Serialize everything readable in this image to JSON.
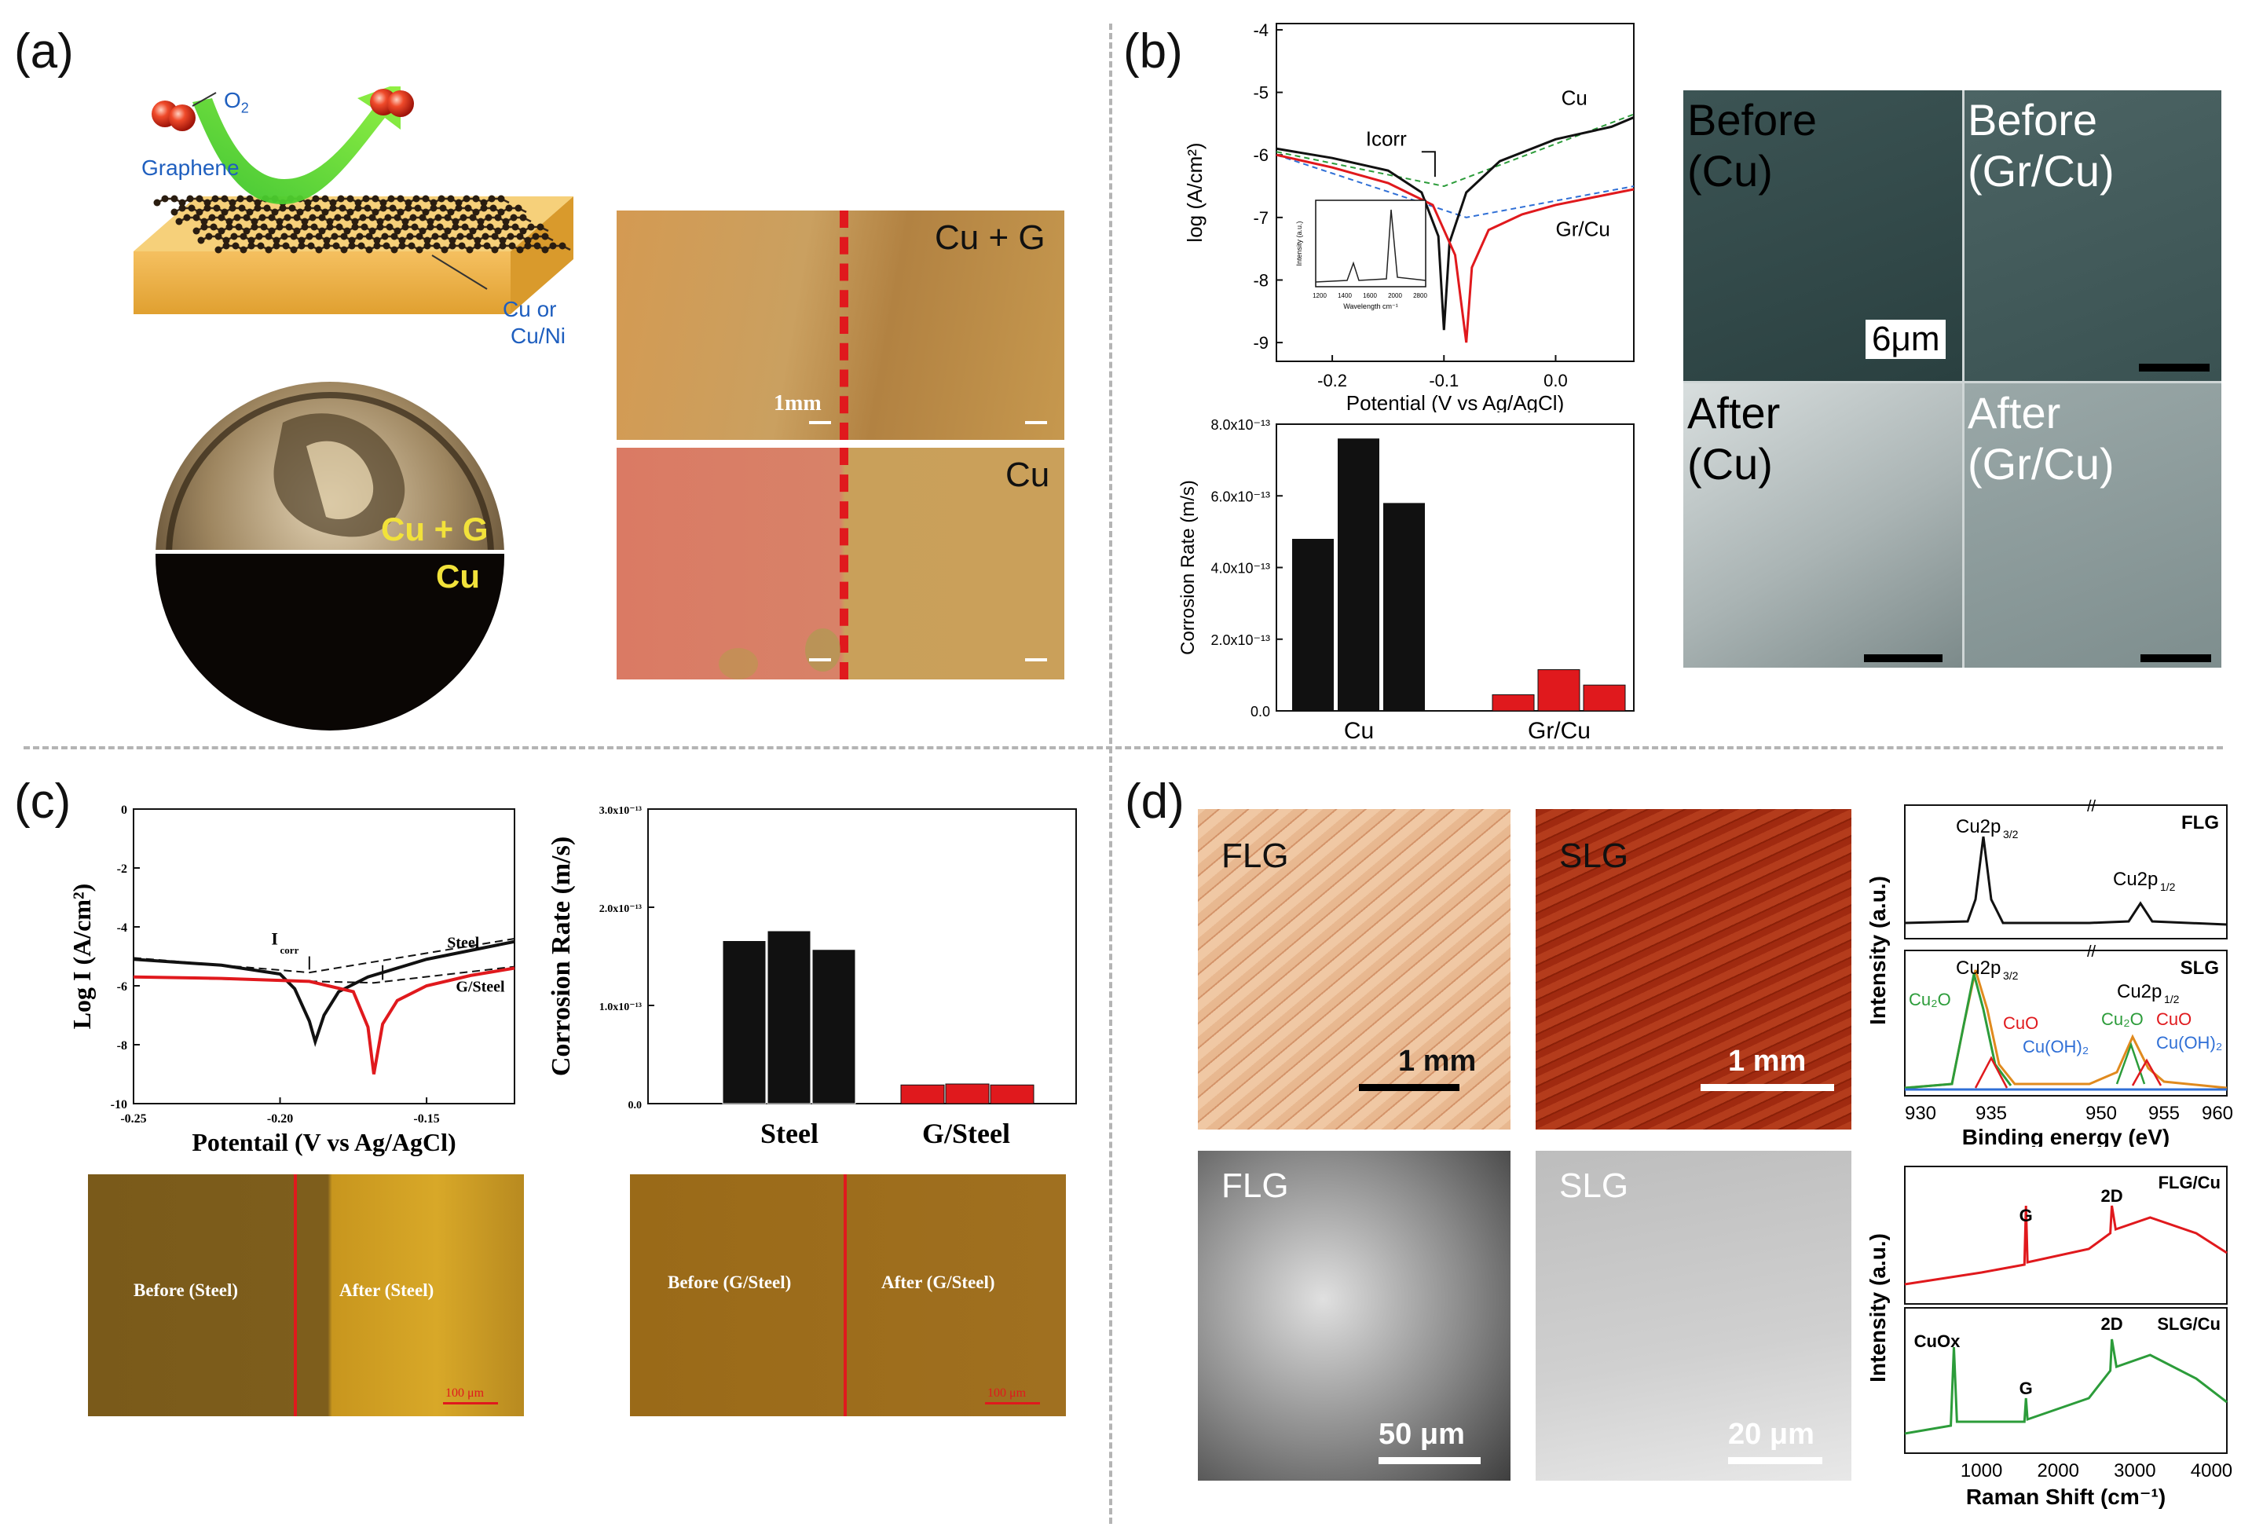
{
  "panels": {
    "a": {
      "label": "(a)",
      "schematic": {
        "o2": "O",
        "o2_sub": "2",
        "graphene": "Graphene",
        "substrate_line1": "Cu or",
        "substrate_line2": "Cu/Ni"
      },
      "coin": {
        "top_label": "Cu + G",
        "bottom_label": "Cu"
      },
      "micrograph_top": {
        "label": "Cu + G",
        "scale": "1mm"
      },
      "micrograph_bottom": {
        "label": "Cu"
      }
    },
    "b": {
      "label": "(b)",
      "sem": {
        "before_cu": [
          "Before",
          "(Cu)"
        ],
        "before_grcu": [
          "Before",
          "(Gr/Cu)"
        ],
        "after_cu": [
          "After",
          "(Cu)"
        ],
        "after_grcu": [
          "After",
          "(Gr/Cu)"
        ],
        "scale": "6μm"
      }
    },
    "c": {
      "label": "(c)",
      "photo_left": {
        "before": "Before (Steel)",
        "after": "After (Steel)",
        "scale": "100 μm"
      },
      "photo_right": {
        "before": "Before (G/Steel)",
        "after": "After (G/Steel)",
        "scale": "100 μm"
      }
    },
    "d": {
      "label": "(d)",
      "optical_flg": {
        "label": "FLG",
        "scale": "1 mm"
      },
      "optical_slg": {
        "label": "SLG",
        "scale": "1 mm"
      },
      "sem_flg": {
        "label": "FLG",
        "scale": "50 μm"
      },
      "sem_slg": {
        "label": "SLG",
        "scale": "20 μm"
      }
    }
  },
  "colors": {
    "red": "#e0191d",
    "green": "#2c9c3a",
    "blue": "#2f6fd6",
    "orange": "#e08a1e",
    "black": "#111111",
    "dash": "#b4b4b4"
  },
  "chart_data": [
    {
      "id": "b-tafel",
      "type": "line",
      "xlabel": "Potential (V vs Ag/AgCl)",
      "ylabel": "log (A/cm²)",
      "xlim": [
        -0.25,
        0.07
      ],
      "ylim": [
        -9.3,
        -3.9
      ],
      "xticks": [
        "-0.2",
        "-0.1",
        "0.0"
      ],
      "yticks": [
        "-4",
        "-5",
        "-6",
        "-7",
        "-8",
        "-9"
      ],
      "annotation": "Icorr",
      "series": [
        {
          "name": "Cu",
          "x": [
            -0.25,
            -0.2,
            -0.15,
            -0.12,
            -0.105,
            -0.1,
            -0.095,
            -0.08,
            -0.05,
            0.0,
            0.05,
            0.07
          ],
          "y": [
            -5.9,
            -6.05,
            -6.25,
            -6.6,
            -7.3,
            -8.8,
            -7.4,
            -6.6,
            -6.1,
            -5.75,
            -5.55,
            -5.4
          ]
        },
        {
          "name": "Gr/Cu",
          "x": [
            -0.25,
            -0.2,
            -0.15,
            -0.11,
            -0.09,
            -0.08,
            -0.075,
            -0.06,
            -0.03,
            0.0,
            0.05,
            0.07
          ],
          "y": [
            -6.0,
            -6.2,
            -6.45,
            -6.8,
            -7.6,
            -9.0,
            -7.8,
            -7.2,
            -6.95,
            -6.8,
            -6.62,
            -6.55
          ]
        }
      ],
      "inset": {
        "xlabel": "Wavelength cm⁻¹",
        "ylabel": "Intensity (a.u.)",
        "xticks": [
          "1200",
          "1400",
          "1600",
          "2000",
          "2800"
        ]
      }
    },
    {
      "id": "b-rate",
      "type": "bar",
      "ylabel": "Corrosion Rate (m/s)",
      "ylim": [
        0,
        8e-13
      ],
      "yticks": [
        "0.0",
        "2.0x10⁻¹³",
        "4.0x10⁻¹³",
        "6.0x10⁻¹³",
        "8.0x10⁻¹³"
      ],
      "categories": [
        "Cu",
        "Gr/Cu"
      ],
      "series": [
        {
          "values_cu": [
            4.8e-13,
            7.6e-13,
            5.8e-13
          ],
          "values_grcu": [
            4.5e-14,
            1.15e-13,
            7.2e-14
          ]
        }
      ]
    },
    {
      "id": "c-tafel",
      "type": "line",
      "xlabel": "Potentail (V vs Ag/AgCl)",
      "ylabel": "Log I (A/cm²)",
      "xlim": [
        -0.25,
        -0.12
      ],
      "ylim": [
        -10,
        0
      ],
      "xticks": [
        "-0.25",
        "-0.20",
        "-0.15"
      ],
      "yticks": [
        "0",
        "-2",
        "-4",
        "-6",
        "-8",
        "-10"
      ],
      "annotation": "Icorr",
      "series": [
        {
          "name": "Steel",
          "x": [
            -0.25,
            -0.22,
            -0.2,
            -0.195,
            -0.19,
            -0.188,
            -0.185,
            -0.18,
            -0.17,
            -0.15,
            -0.12
          ],
          "y": [
            -5.1,
            -5.3,
            -5.6,
            -6.1,
            -7.2,
            -7.9,
            -7.0,
            -6.2,
            -5.7,
            -5.1,
            -4.5
          ]
        },
        {
          "name": "G/Steel",
          "x": [
            -0.25,
            -0.22,
            -0.19,
            -0.175,
            -0.17,
            -0.168,
            -0.165,
            -0.16,
            -0.15,
            -0.135,
            -0.12
          ],
          "y": [
            -5.7,
            -5.75,
            -5.85,
            -6.2,
            -7.4,
            -9.0,
            -7.3,
            -6.5,
            -6.0,
            -5.65,
            -5.4
          ]
        }
      ]
    },
    {
      "id": "c-rate",
      "type": "bar",
      "ylabel": "Corrosion Rate (m/s)",
      "ylim": [
        0,
        3e-13
      ],
      "yticks": [
        "0.0",
        "1.0x10⁻¹³",
        "2.0x10⁻¹³",
        "3.0x10⁻¹³"
      ],
      "categories": [
        "Steel",
        "G/Steel"
      ],
      "series": [
        {
          "values_steel": [
            1.66e-13,
            1.76e-13,
            1.57e-13
          ],
          "values_gsteel": [
            1.9e-14,
            2e-14,
            1.9e-14
          ]
        }
      ]
    },
    {
      "id": "d-xps",
      "type": "line",
      "xlabel": "Binding energy (eV)",
      "ylabel": "Intensity (a.u.)",
      "xticks": [
        "930",
        "935",
        "950",
        "955",
        "960"
      ],
      "panels": [
        {
          "tag": "FLG",
          "peaks": [
            "Cu2p3/2",
            "Cu2p1/2"
          ]
        },
        {
          "tag": "SLG",
          "peaks": [
            "Cu2p3/2",
            "Cu2p1/2"
          ],
          "components": [
            "Cu2O",
            "CuO",
            "Cu(OH)2"
          ]
        }
      ]
    },
    {
      "id": "d-raman",
      "type": "line",
      "xlabel": "Raman Shift (cm⁻¹)",
      "ylabel": "Intensity (a.u.)",
      "xlim": [
        0,
        4200
      ],
      "xticks": [
        "1000",
        "2000",
        "3000",
        "4000"
      ],
      "panels": [
        {
          "tag": "FLG/Cu",
          "peaks": [
            "G",
            "2D"
          ]
        },
        {
          "tag": "SLG/Cu",
          "peaks": [
            "CuOx",
            "G",
            "2D"
          ]
        }
      ]
    }
  ]
}
